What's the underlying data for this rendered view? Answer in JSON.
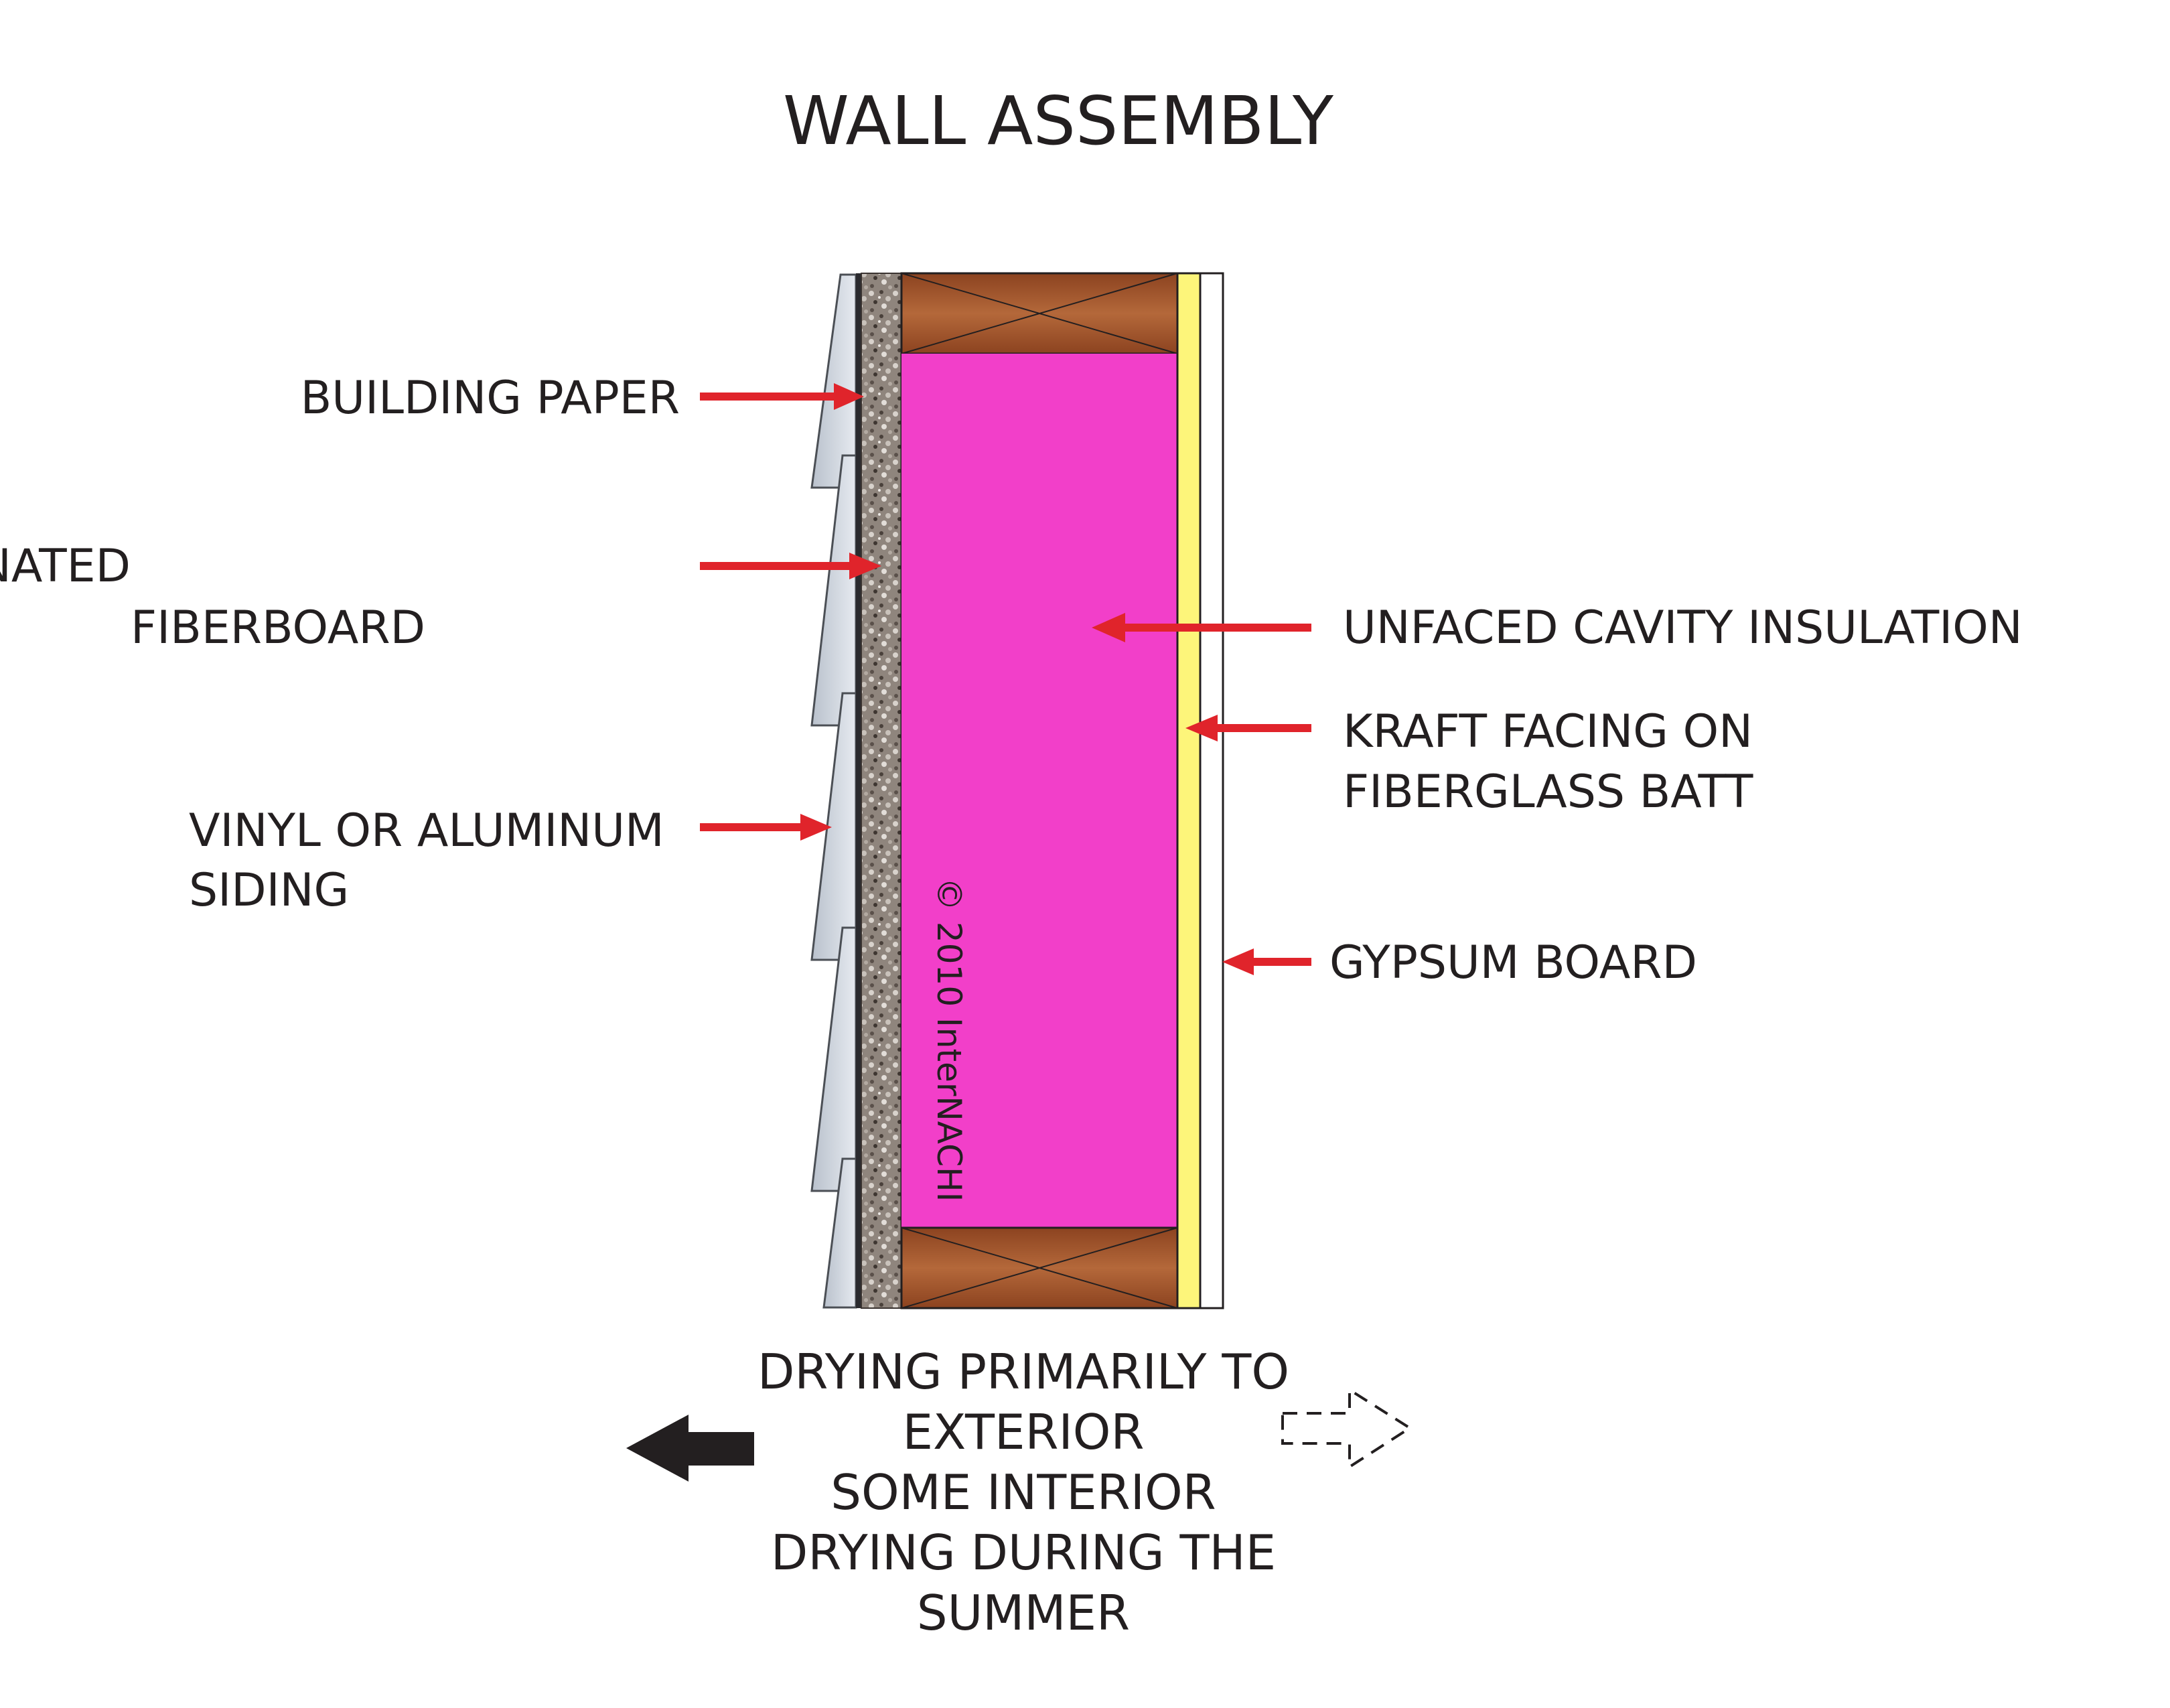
{
  "title": "WALL ASSEMBLY",
  "labels": {
    "building_paper": "BUILDING PAPER",
    "fiberboard": [
      "ASPHALT-IMPREGNATED",
      "FIBERBOARD"
    ],
    "siding": [
      "VINYL OR ALUMINUM",
      "SIDING"
    ],
    "cavity_insulation": "UNFACED CAVITY INSULATION",
    "kraft_facing": [
      "KRAFT FACING ON",
      "FIBERGLASS BATT"
    ],
    "gypsum_board": "GYPSUM BOARD"
  },
  "drying_caption": [
    "DRYING PRIMARILY TO",
    "EXTERIOR",
    "SOME INTERIOR",
    "DRYING DURING THE",
    "SUMMER"
  ],
  "copyright": "© 2010  InterNACHI",
  "colors": {
    "insulation": "#f23fc9",
    "stud_wood": "#a85a2e",
    "kraft_facing": "#fdf57a",
    "gypsum": "#ffffff",
    "siding": "#d5dbe4",
    "fiberboard": "#8a7f77",
    "arrow_red": "#e0242b",
    "text": "#231f20"
  }
}
